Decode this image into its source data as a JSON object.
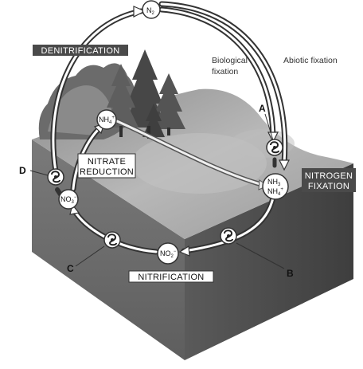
{
  "labels": {
    "denitrification": "DENITRIFICATION",
    "nitrate_reduction_line1": "NITRATE",
    "nitrate_reduction_line2": "REDUCTION",
    "nitrogen_fixation_line1": "NITROGEN",
    "nitrogen_fixation_line2": "FIXATION",
    "nitrification": "NITRIFICATION",
    "biological_fixation_line1": "Biological",
    "biological_fixation_line2": "fixation",
    "abiotic_fixation": "Abiotic fixation"
  },
  "compounds": {
    "n2": {
      "base": "N",
      "sub": "2"
    },
    "nh4_top": {
      "base": "NH",
      "sub": "4",
      "sup": "+"
    },
    "nh3": {
      "base": "NH",
      "sub": "3"
    },
    "nh4_right": {
      "base": "NH",
      "sub": "4",
      "sup": "+"
    },
    "no3": {
      "base": "NO",
      "sub": "3",
      "sup": "−"
    },
    "no2": {
      "base": "NO",
      "sub": "2",
      "sup": "−"
    }
  },
  "letters": {
    "a": "A",
    "b": "B",
    "c": "C",
    "d": "D"
  },
  "icons": [
    "microbe-icon-a",
    "microbe-icon-b",
    "microbe-icon-c",
    "microbe-icon-d"
  ],
  "colors": {
    "arrow": "#3a3a3a",
    "block_front": "#6f6f6f",
    "block_side": "#505050",
    "block_top": "#a9a9a9",
    "trees": "#4a4a4a"
  }
}
